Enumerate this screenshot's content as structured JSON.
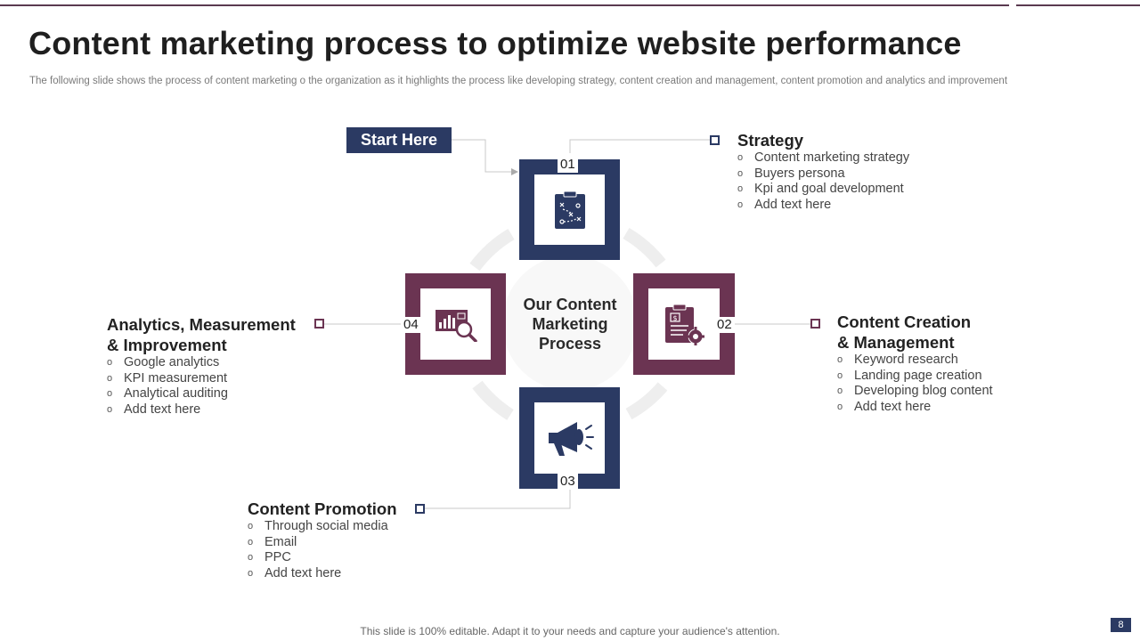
{
  "title": "Content marketing process to optimize website performance",
  "subtitle": "The following slide shows the process of content marketing o the organization as it highlights the process like developing strategy, content creation and management, content promotion and analytics and improvement",
  "start_label": "Start Here",
  "center_label": [
    "Our Content",
    "Marketing",
    "Process"
  ],
  "colors": {
    "navy": "#2b3a63",
    "plum": "#6b3452"
  },
  "steps": [
    {
      "number": "01",
      "heading": [
        "Strategy"
      ],
      "icon": "strategy-board-icon",
      "items": [
        "Content marketing strategy",
        "Buyers persona",
        "Kpi and goal development",
        "Add text here"
      ]
    },
    {
      "number": "02",
      "heading": [
        "Content Creation",
        "& Management"
      ],
      "icon": "document-gear-icon",
      "items": [
        "Keyword research",
        "Landing page creation",
        "Developing blog content",
        "Add text here"
      ]
    },
    {
      "number": "03",
      "heading": [
        "Content Promotion"
      ],
      "icon": "megaphone-icon",
      "items": [
        "Through social media",
        "Email",
        "PPC",
        "Add text here"
      ]
    },
    {
      "number": "04",
      "heading": [
        "Analytics, Measurement",
        "& Improvement"
      ],
      "icon": "analytics-magnifier-icon",
      "items": [
        "Google analytics",
        "KPI measurement",
        "Analytical auditing",
        "Add text here"
      ]
    }
  ],
  "footer": "This slide is 100% editable. Adapt it to your needs and capture your audience's attention.",
  "page_number": "8"
}
